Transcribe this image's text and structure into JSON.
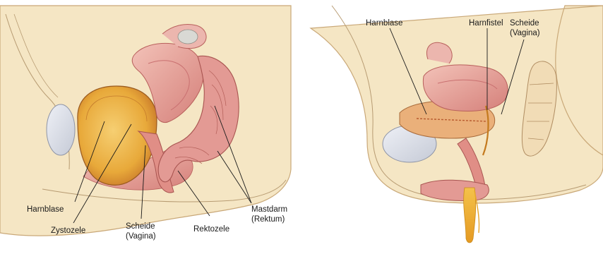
{
  "left_panel": {
    "labels": {
      "harnblase": "Harnblase",
      "zystozele": "Zystozele",
      "scheide_1": "Scheide",
      "scheide_2": "(Vagina)",
      "rektozele": "Rektozele",
      "mastdarm_1": "Mastdarm",
      "mastdarm_2": "(Rektum)"
    }
  },
  "right_panel": {
    "labels": {
      "harnblase": "Harnblase",
      "harnfistel": "Harnfistel",
      "scheide_1": "Scheide",
      "scheide_2": "(Vagina)"
    }
  },
  "colors": {
    "skin": "#f5e6c4",
    "skin_edge": "#c9a878",
    "bladder": "#e8a93a",
    "bladder_light": "#f2c46a",
    "tissue": "#e8a6a0",
    "tissue_dark": "#c96a6a",
    "urine": "#f0b838",
    "bone": "#dcdfe8"
  }
}
